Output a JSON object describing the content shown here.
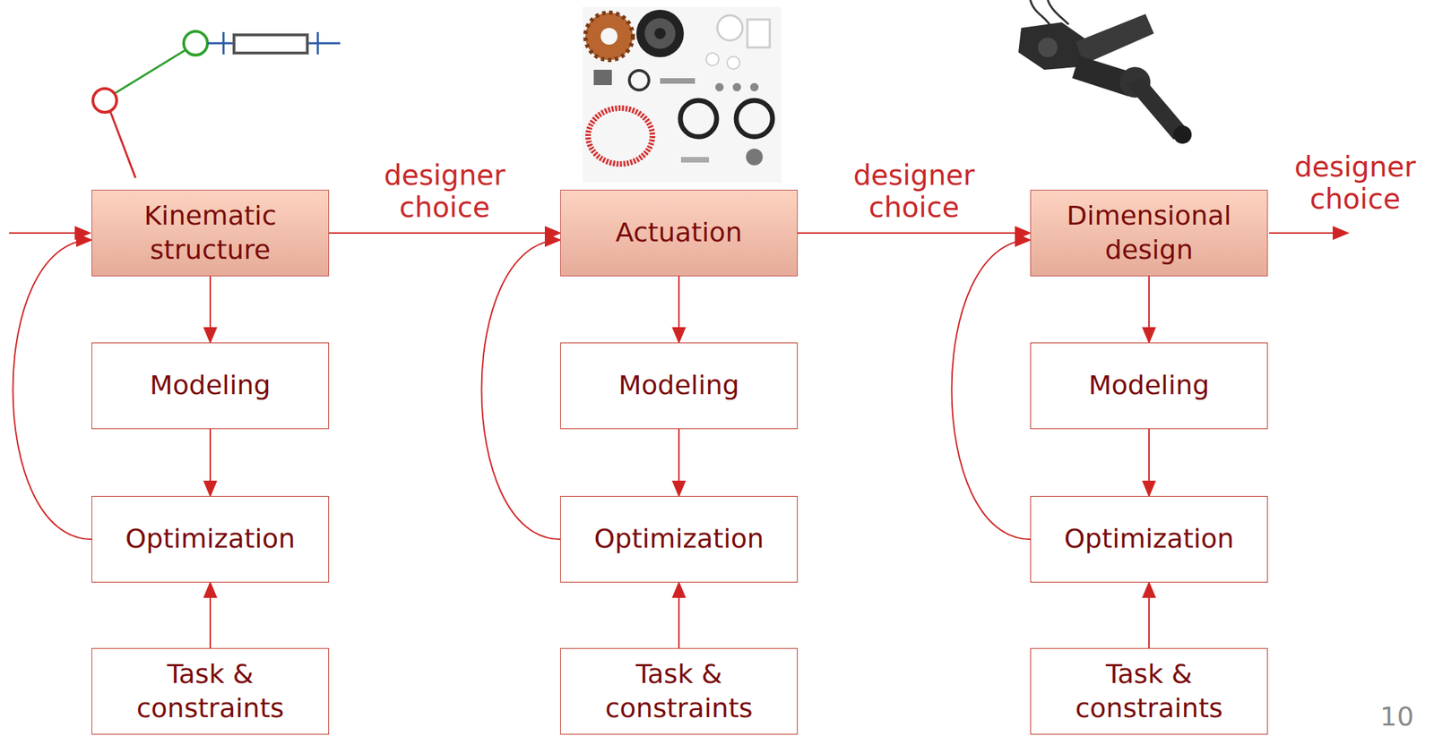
{
  "diagram": {
    "nodes": [
      {
        "text": [
          "Kinematic structure"
        ]
      },
      {
        "text": [
          "Modeling"
        ]
      },
      {
        "text": [
          "Optimization"
        ]
      },
      {
        "text": [
          "Task & constraints"
        ]
      },
      {
        "text": [
          "Actuation"
        ]
      },
      {
        "text": [
          "Modeling"
        ]
      },
      {
        "text": [
          "Optimization"
        ]
      },
      {
        "text": [
          "Task & constraints"
        ]
      },
      {
        "text": [
          "Dimensional design"
        ]
      },
      {
        "text": [
          "Modeling"
        ]
      },
      {
        "text": [
          "Optimization"
        ]
      },
      {
        "text": [
          "Task & constraints"
        ]
      }
    ],
    "edges": [
      {
        "from": 0,
        "to": 1,
        "arrow": "to"
      },
      {
        "from": 1,
        "to": 2,
        "arrow": "to"
      },
      {
        "from": 3,
        "to": 2,
        "arrow": "to"
      },
      {
        "from": 2,
        "to": 0,
        "arrow": "to"
      },
      {
        "from": 0,
        "to": 4,
        "label": "designer choice",
        "arrow": "to"
      },
      {
        "from": 4,
        "to": 5,
        "arrow": "to"
      },
      {
        "from": 5,
        "to": 6,
        "arrow": "to"
      },
      {
        "from": 7,
        "to": 6,
        "arrow": "to"
      },
      {
        "from": 6,
        "to": 4,
        "arrow": "to"
      },
      {
        "from": 4,
        "to": 8,
        "label": "designer choice",
        "arrow": "to"
      },
      {
        "from": 8,
        "to": 9,
        "arrow": "to"
      },
      {
        "from": 9,
        "to": 10,
        "arrow": "to"
      },
      {
        "from": 11,
        "to": 10,
        "arrow": "to"
      },
      {
        "from": 10,
        "to": 8,
        "arrow": "to"
      }
    ],
    "labels": [
      "designer choice",
      "10"
    ]
  }
}
